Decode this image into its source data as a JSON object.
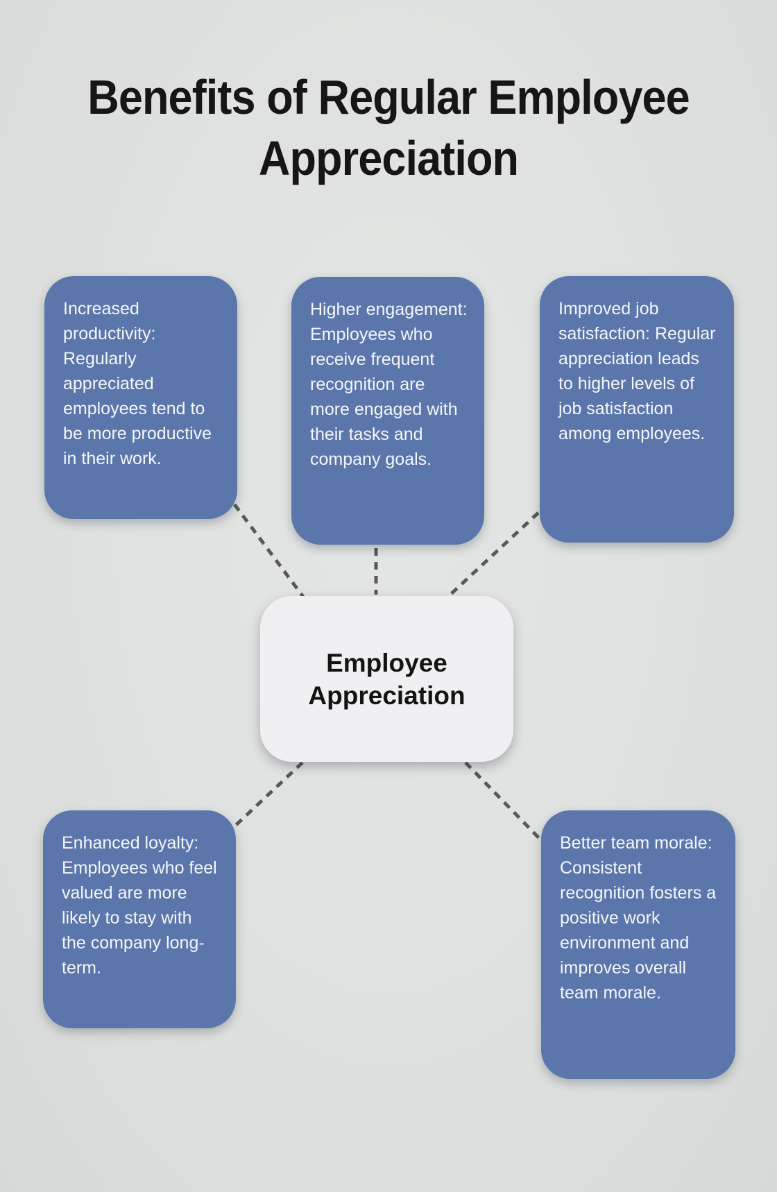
{
  "title": "Benefits of Regular Employee Appreciation",
  "center": {
    "label": "Employee Appreciation"
  },
  "nodes": [
    {
      "id": "increased-productivity",
      "text": "Increased productivity: Regularly appreciated employees tend to be more productive in their work."
    },
    {
      "id": "higher-engagement",
      "text": "Higher engagement: Employees who receive frequent recognition are more engaged with their tasks and company goals."
    },
    {
      "id": "improved-job-satisfaction",
      "text": "Improved job satisfaction: Regular appreciation leads to higher levels of job satisfaction among employees."
    },
    {
      "id": "enhanced-loyalty",
      "text": "Enhanced loyalty: Employees who feel valued are more likely to stay with the company long-term."
    },
    {
      "id": "better-team-morale",
      "text": "Better team morale: Consistent recognition fosters a positive work environment and improves overall team morale."
    }
  ],
  "colors": {
    "background": "#dfe1e0",
    "node_fill": "#5b76ab",
    "node_text": "#f4f7f9",
    "center_fill": "#f0f0f2",
    "center_text": "#141414",
    "connector": "#595959",
    "title": "#161616"
  }
}
